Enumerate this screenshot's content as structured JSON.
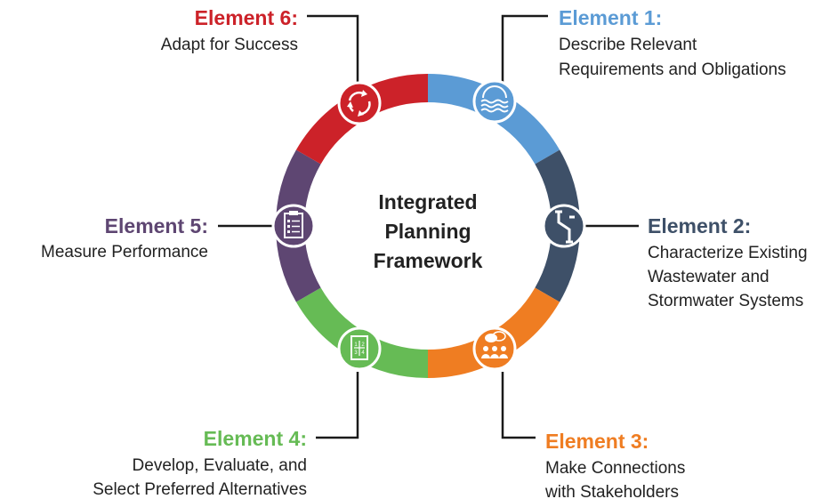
{
  "center": {
    "lines": [
      "Integrated",
      "Planning",
      "Framework"
    ]
  },
  "elements": [
    {
      "heading": "Element 1:",
      "lines": [
        "Describe Relevant",
        "Requirements and Obligations"
      ],
      "color": "#5b9bd5",
      "icon": "water-waves-icon"
    },
    {
      "heading": "Element 2:",
      "lines": [
        "Characterize Existing",
        "Wastewater and",
        "Stormwater Systems"
      ],
      "color": "#3e5068",
      "icon": "pipes-icon"
    },
    {
      "heading": "Element 3:",
      "lines": [
        "Make Connections",
        "with Stakeholders"
      ],
      "color": "#ef7d22",
      "icon": "stakeholders-chat-icon"
    },
    {
      "heading": "Element 4:",
      "lines": [
        "Develop, Evaluate, and",
        "Select Preferred Alternatives"
      ],
      "color": "#66bb55",
      "icon": "ranked-list-document-icon"
    },
    {
      "heading": "Element 5:",
      "lines": [
        "Measure Performance"
      ],
      "color": "#5e4672",
      "icon": "clipboard-checklist-icon"
    },
    {
      "heading": "Element 6:",
      "lines": [
        "Adapt for Success"
      ],
      "color": "#cc2229",
      "icon": "cycle-arrows-icon"
    }
  ]
}
